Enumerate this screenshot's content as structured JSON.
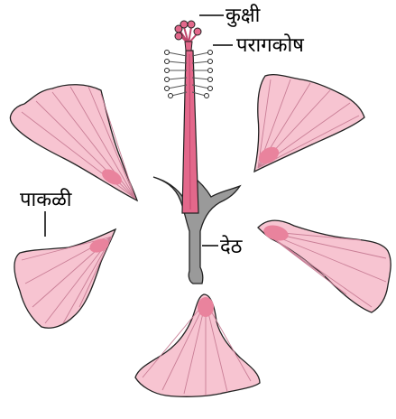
{
  "labels": {
    "stigma": "कुक्षी",
    "anther": "परागकोष",
    "petal": "पाकळी",
    "stalk": "देठ"
  },
  "colors": {
    "petal_fill": "#f7c4d1",
    "petal_base": "#e9839d",
    "filament_column": "#e3688b",
    "stalk": "#9a9a9a"
  }
}
